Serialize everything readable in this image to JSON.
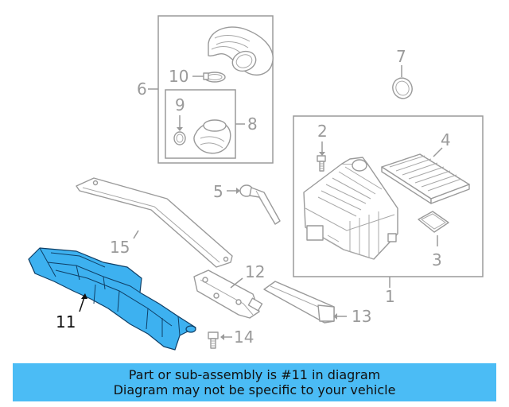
{
  "callouts": {
    "c1": "1",
    "c2": "2",
    "c3": "3",
    "c4": "4",
    "c5": "5",
    "c6": "6",
    "c7": "7",
    "c8": "8",
    "c9": "9",
    "c10": "10",
    "c11": "11",
    "c12": "12",
    "c13": "13",
    "c14": "14",
    "c15": "15"
  },
  "highlighted_part": "11",
  "colors": {
    "highlight": "#3db1f0",
    "highlight_outline": "#0f3f66",
    "banner": "#4bbcf5",
    "linework": "#9a9a9a"
  },
  "banner": {
    "line1": "Part or sub-assembly is #11 in diagram",
    "line2": "Diagram may not be specific to your vehicle"
  }
}
